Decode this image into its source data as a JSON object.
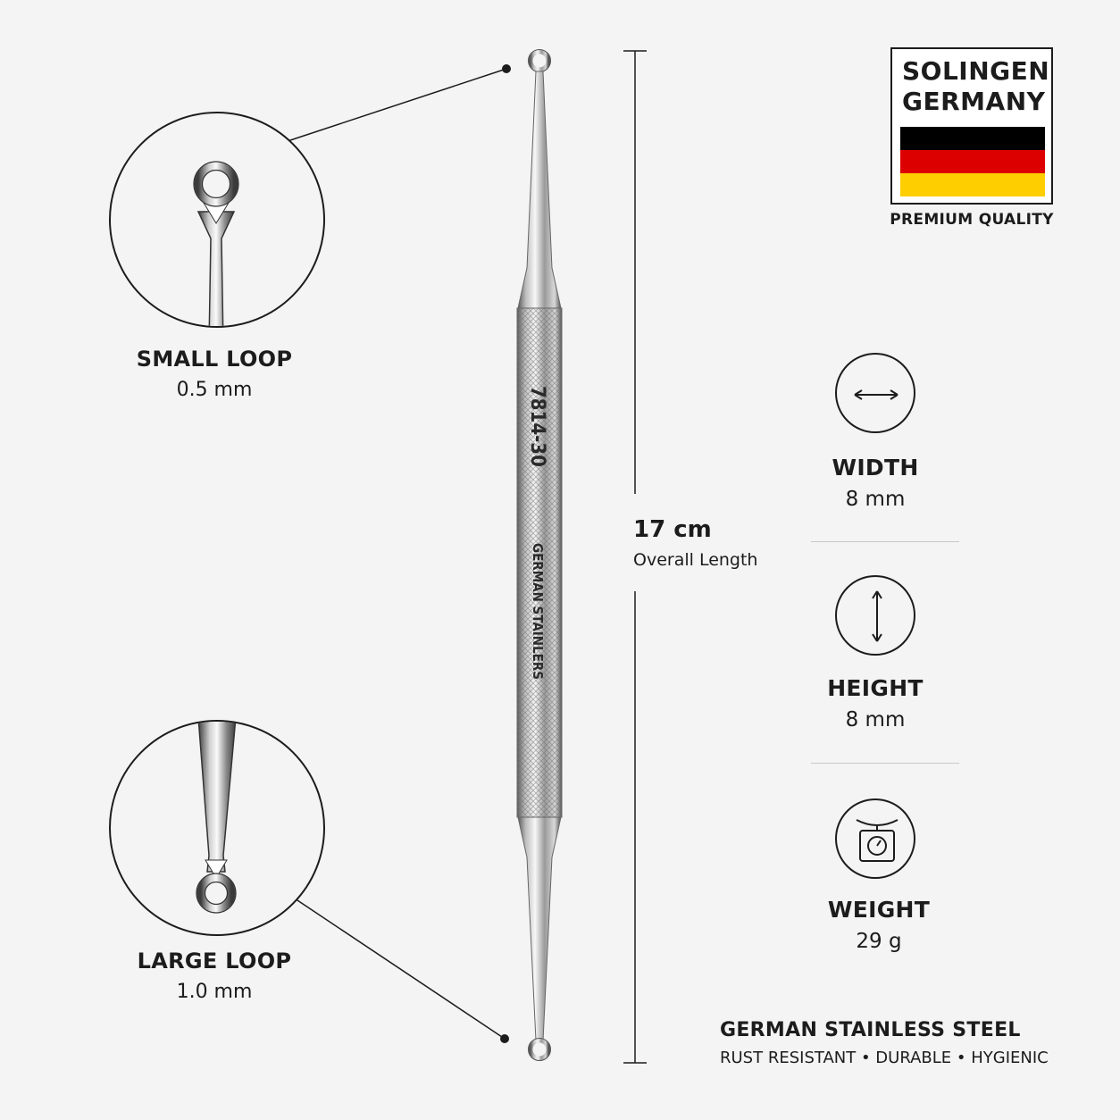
{
  "small_loop": {
    "title": "SMALL LOOP",
    "size": "0.5 mm"
  },
  "large_loop": {
    "title": "LARGE LOOP",
    "size": "1.0 mm"
  },
  "length": {
    "value": "17 cm",
    "label": "Overall Length"
  },
  "tool_engraving": {
    "model": "7814-30",
    "brand": "GERMAN STAINLERS"
  },
  "badge": {
    "line1": "SOLINGEN",
    "line2": "GERMANY",
    "tagline": "PREMIUM QUALITY",
    "flag_colors": [
      "#000000",
      "#dd0000",
      "#ffce00"
    ]
  },
  "specs": [
    {
      "icon": "horizontal-arrow-icon",
      "title": "WIDTH",
      "value": "8 mm"
    },
    {
      "icon": "vertical-arrow-icon",
      "title": "HEIGHT",
      "value": "8 mm"
    },
    {
      "icon": "scale-icon",
      "title": "WEIGHT",
      "value": "29 g"
    }
  ],
  "material": {
    "title": "GERMAN STAINLESS STEEL",
    "features": "RUST RESISTANT • DURABLE • HYGIENIC"
  }
}
